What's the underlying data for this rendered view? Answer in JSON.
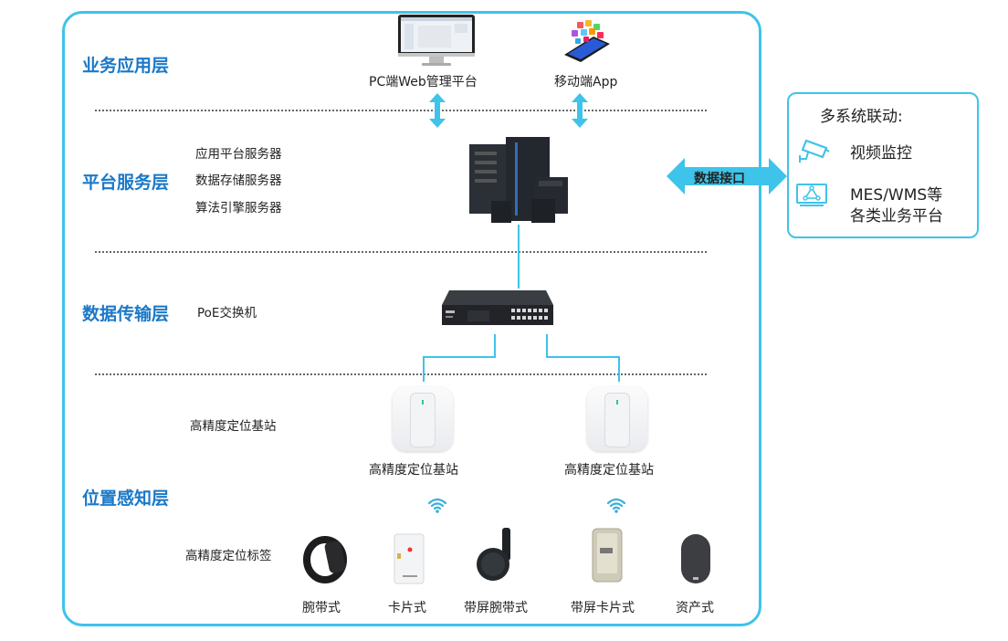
{
  "layers": {
    "application": {
      "title": "业务应用层"
    },
    "platform": {
      "title": "平台服务层",
      "items": [
        "应用平台服务器",
        "数据存储服务器",
        "算法引擎服务器"
      ]
    },
    "transport": {
      "title": "数据传输层",
      "item": "PoE交换机"
    },
    "sensing": {
      "title": "位置感知层",
      "base_station_label": "高精度定位基站",
      "tag_label": "高精度定位标签"
    }
  },
  "application_nodes": [
    {
      "label": "PC端Web管理平台",
      "icon": "monitor-icon"
    },
    {
      "label": "移动端App",
      "icon": "smartphone-apps-icon"
    }
  ],
  "base_stations": [
    {
      "label": "高精度定位基站"
    },
    {
      "label": "高精度定位基站"
    }
  ],
  "tags": [
    {
      "label": "腕带式",
      "icon": "wristband-icon"
    },
    {
      "label": "卡片式",
      "icon": "card-tag-icon"
    },
    {
      "label": "带屏腕带式",
      "icon": "smartwatch-icon"
    },
    {
      "label": "带屏卡片式",
      "icon": "screen-card-icon"
    },
    {
      "label": "资产式",
      "icon": "asset-tag-icon"
    }
  ],
  "data_interface": {
    "label": "数据接口"
  },
  "linkage": {
    "title": "多系统联动:",
    "items": [
      {
        "icon": "cctv-camera-icon",
        "lines": [
          "视频监控"
        ]
      },
      {
        "icon": "network-monitor-icon",
        "lines": [
          "MES/WMS等",
          "各类业务平台"
        ]
      }
    ]
  },
  "colors": {
    "accent": "#3ec3ea",
    "layer_title": "#1a78c8",
    "text": "#222222"
  }
}
